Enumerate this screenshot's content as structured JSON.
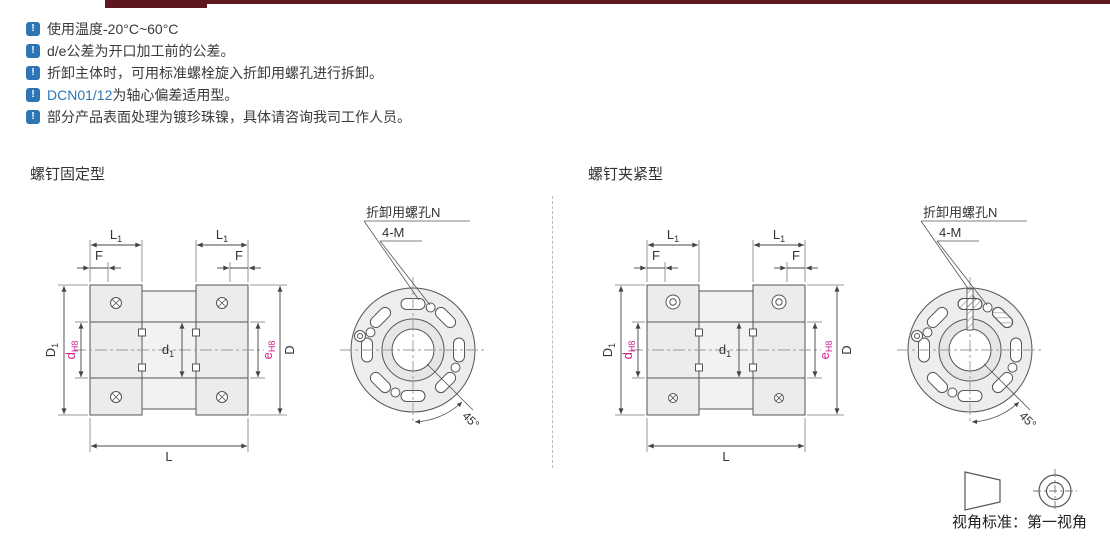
{
  "notes": {
    "icon": "!",
    "items": [
      {
        "pre": "使用温度-20°C~60°C",
        "link": "",
        "post": ""
      },
      {
        "pre": "d/e公差为开口加工前的公差。",
        "link": "",
        "post": ""
      },
      {
        "pre": "折卸主体时，可用标准螺栓旋入折卸用螺孔进行拆卸。",
        "link": "",
        "post": ""
      },
      {
        "pre": "",
        "link": "DCN01/12",
        "post": "为轴心偏差适用型。"
      },
      {
        "pre": "部分产品表面处理为镀珍珠镍，具体请咨询我司工作人员。",
        "link": "",
        "post": ""
      }
    ]
  },
  "sections": {
    "fixed": {
      "title": "螺钉固定型"
    },
    "clamp": {
      "title": "螺钉夹紧型"
    }
  },
  "dims": {
    "L1": {
      "main": "L",
      "sub": "1"
    },
    "F": "F",
    "D1": {
      "main": "D",
      "sub": "1"
    },
    "dH8": {
      "main": "d",
      "sub": "H8"
    },
    "d1": {
      "main": "d",
      "sub": "1"
    },
    "eH8": {
      "main": "e",
      "sub": "H8"
    },
    "D": "D",
    "L": "L"
  },
  "front": {
    "removal_hole": "折卸用螺孔N",
    "four_m": "4-M",
    "angle": "45°"
  },
  "footer": {
    "view_standard": "视角标准：第一视角"
  },
  "colors": {
    "magenta": "#d4218c",
    "link_blue": "#2e75b6",
    "header_red": "#5e161f",
    "line_dark": "#4d4d4d",
    "body_fill": "#ececec"
  }
}
